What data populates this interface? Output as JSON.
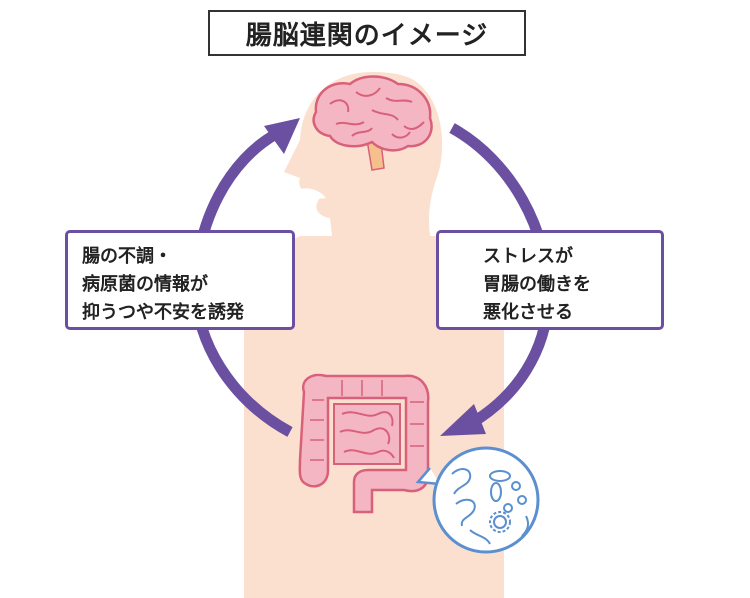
{
  "title": "腸脳連関のイメージ",
  "left_box": {
    "lines": [
      "腸の不調・",
      "病原菌の情報が",
      "抑うつや不安を誘発"
    ]
  },
  "right_box": {
    "lines": [
      "ストレスが",
      "胃腸の働きを",
      "悪化させる"
    ]
  },
  "colors": {
    "body": "#fbe0d0",
    "brain": "#f4b6c2",
    "brain_outline": "#d8607a",
    "brainstem": "#f6c08c",
    "intestine": "#f4b6c2",
    "arrow": "#6b4fa0",
    "microbe_outline": "#5b8fd0"
  },
  "icons": [
    "brain-icon",
    "intestine-icon",
    "gut-bacteria-icon"
  ]
}
